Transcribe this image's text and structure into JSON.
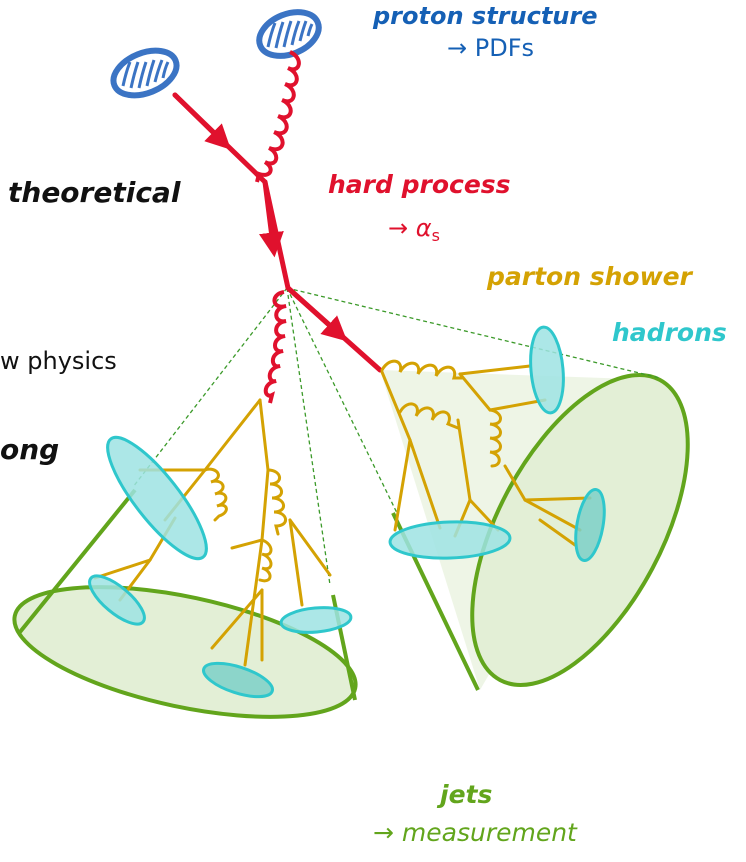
{
  "labels": {
    "proton_structure": "proton structure",
    "pdfs": "→ PDFs",
    "hard_process": "hard process",
    "alpha_s": "→ α",
    "alpha_sub": "s",
    "parton_shower": "parton shower",
    "hadrons": "hadrons",
    "theoretical": "theoretical",
    "physics_fragment": "w physics",
    "strong_fragment": "ong",
    "jets": "jets",
    "measurement": "→ measurement"
  },
  "colors": {
    "proton": "#3b74c4",
    "hard_line": "#e0112d",
    "shower": "#d4a203",
    "hadron_fill": "#9de3e3",
    "hadron_stroke": "#2fc7cc",
    "jet_fill": "#e3efd6",
    "jet_stroke": "#62a51c",
    "dashed": "#3c9a2a"
  }
}
